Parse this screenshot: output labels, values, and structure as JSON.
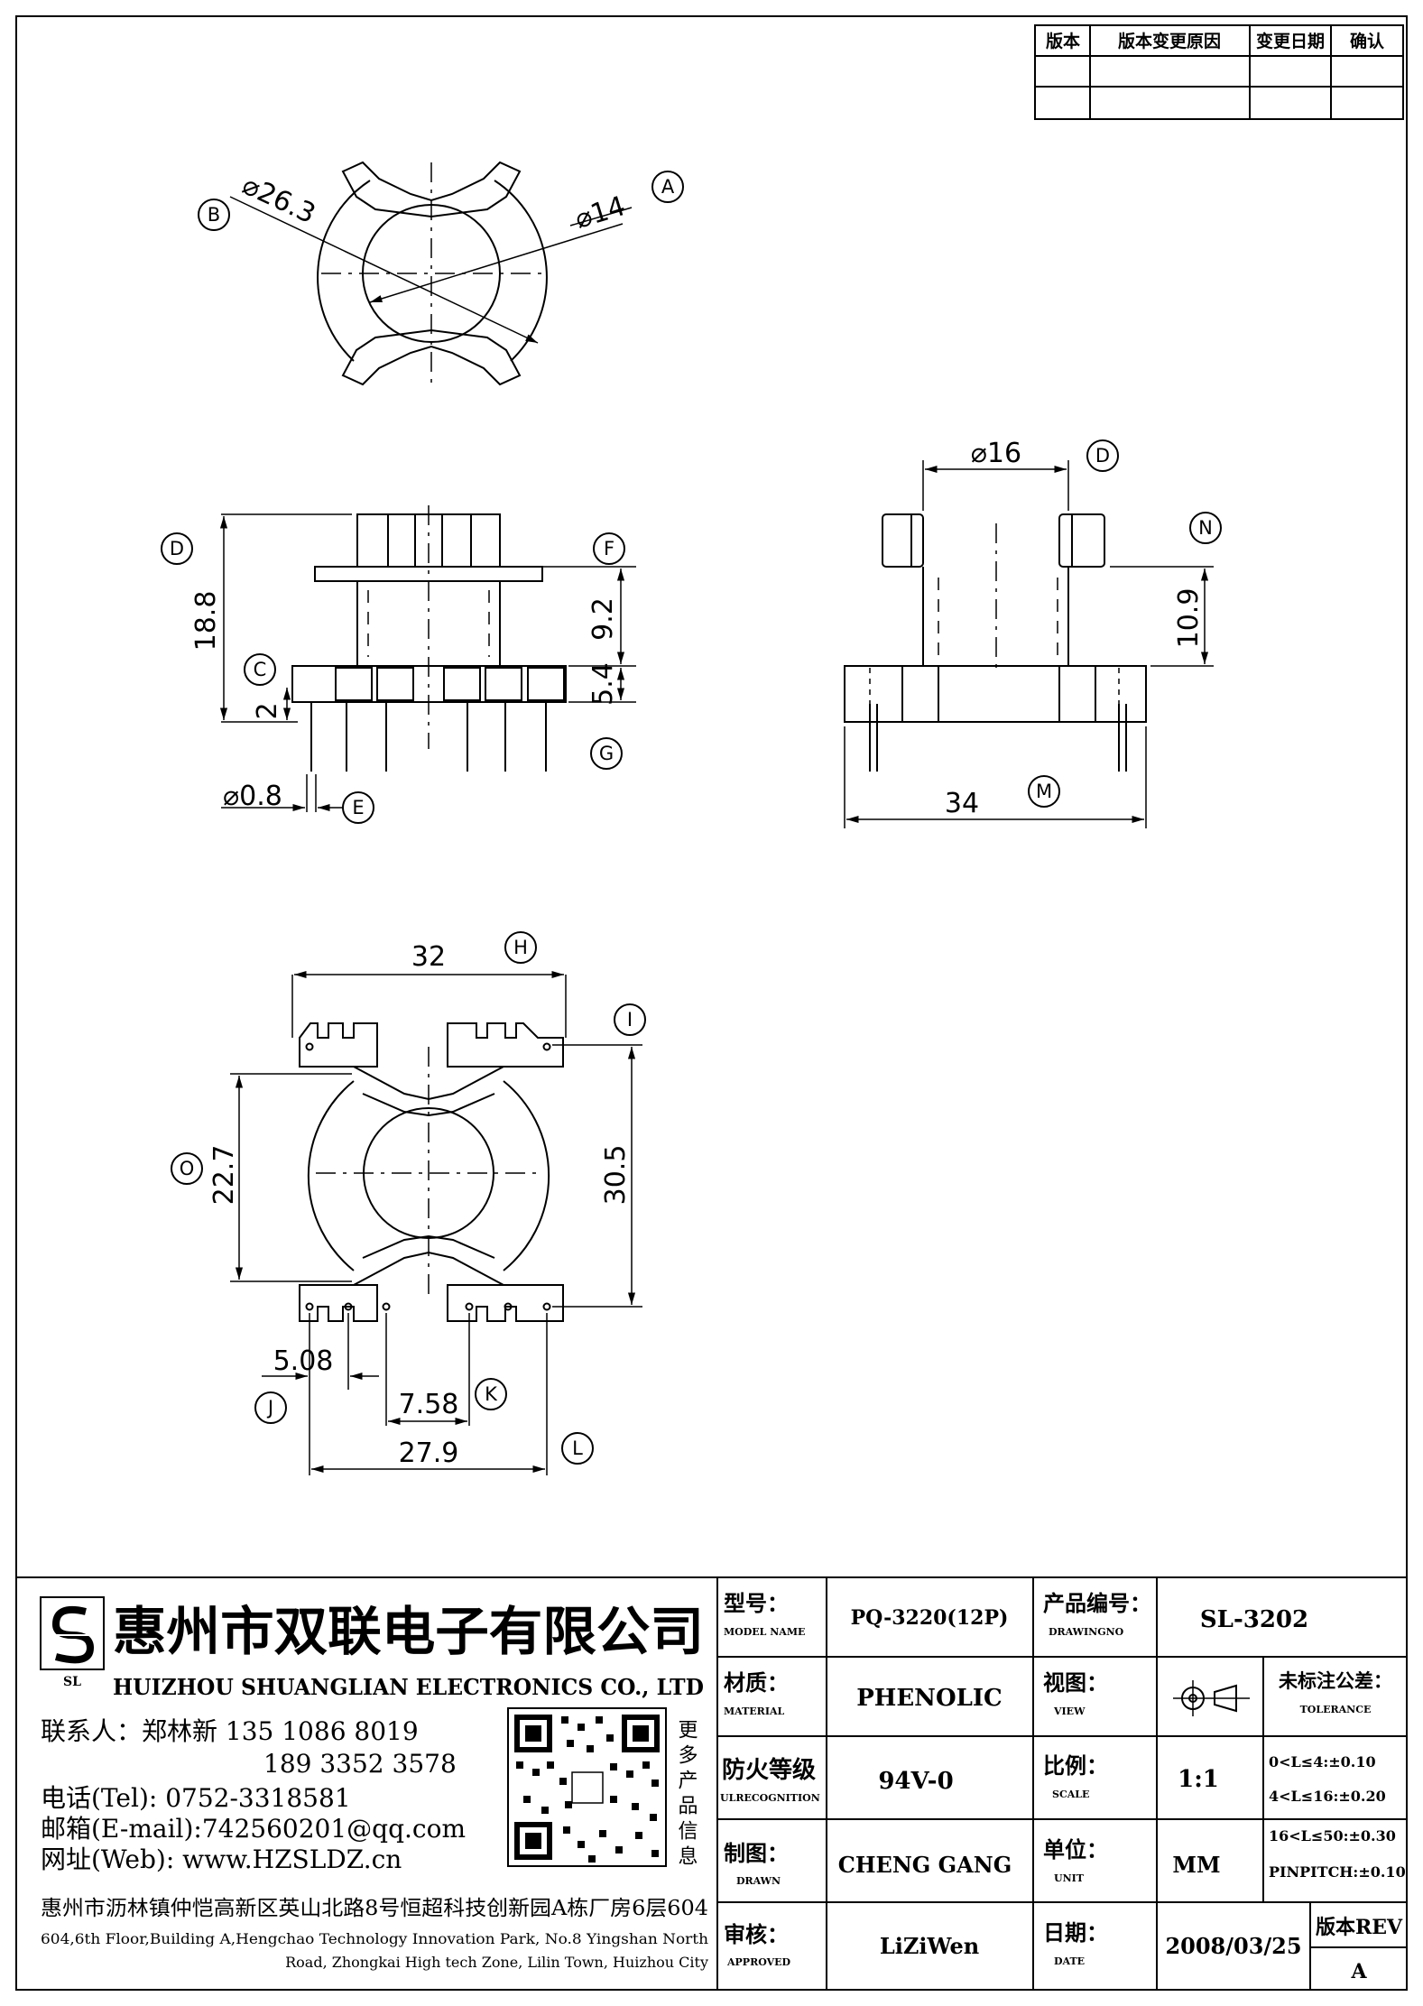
{
  "revision_table": {
    "headers": [
      "版本",
      "版本变更原因",
      "变更日期",
      "确认"
    ]
  },
  "views": {
    "top": {
      "dims": {
        "outer": "⌀26.3",
        "inner": "⌀14"
      },
      "callouts": {
        "A": "A",
        "B": "B"
      }
    },
    "front": {
      "dims": {
        "height": "18.8",
        "upper": "9.2",
        "lower": "5.4",
        "pin_stub": "2",
        "pin_dia": "⌀0.8"
      },
      "callouts": {
        "C": "C",
        "D": "D",
        "E": "E",
        "F": "F",
        "G": "G"
      }
    },
    "side": {
      "dims": {
        "flange": "⌀16",
        "height": "10.9",
        "width": "34"
      },
      "callouts": {
        "D": "D",
        "M": "M",
        "N": "N"
      }
    },
    "bottom": {
      "dims": {
        "width": "32",
        "inner_h": "22.7",
        "outer_h": "30.5",
        "pitch": "5.08",
        "gap": "7.58",
        "row": "27.9"
      },
      "callouts": {
        "H": "H",
        "I": "I",
        "O": "O",
        "J": "J",
        "K": "K",
        "L": "L"
      }
    }
  },
  "company": {
    "logo_text": "SL",
    "name_cn": "惠州市双联电子有限公司",
    "name_en": "HUIZHOU SHUANGLIAN ELECTRONICS CO., LTD",
    "contact_line1": "联系人：郑林新  135 1086 8019",
    "contact_line2": "189 3352 3578",
    "tel": "电话(Tel): 0752-3318581",
    "email": "邮箱(E-mail):742560201@qq.com",
    "web": "网址(Web): www.HZSLDZ.cn",
    "qr_caption": "更多产品信息",
    "address_cn": "惠州市沥林镇仲恺高新区英山北路8号恒超科技创新园A栋厂房6层604",
    "address_en1": "604,6th Floor,Building A,Hengchao Technology Innovation Park, No.8 Yingshan North",
    "address_en2": "Road, Zhongkai High tech Zone, Lilin Town, Huizhou City"
  },
  "title_block": {
    "model_label": "型号：",
    "model_sub": "MODEL NAME",
    "model_value": "PQ-3220(12P)",
    "drawing_label": "产品编号：",
    "drawing_sub": "DRAWINGNO",
    "drawing_value": "SL-3202",
    "material_label": "材质：",
    "material_sub": "MATERIAL",
    "material_value": "PHENOLIC",
    "view_label": "视图：",
    "view_sub": "VIEW",
    "tolerance_label": "未标注公差：",
    "tolerance_sub": "TOLERANCE",
    "tol1": "0<L≤4:±0.10",
    "tol2": "4<L≤16:±0.20",
    "tol3": "16<L≤50:±0.30",
    "tol4": "PINPITCH:±0.10",
    "fire_label": "防火等级",
    "fire_sub": "ULRECOGNITION",
    "fire_value": "94V-0",
    "scale_label": "比例：",
    "scale_sub": "SCALE",
    "scale_value": "1:1",
    "drawn_label": "制图：",
    "drawn_sub": "DRAWN",
    "drawn_value": "CHENG GANG",
    "unit_label": "单位：",
    "unit_sub": "UNIT",
    "unit_value": "MM",
    "approved_label": "审核：",
    "approved_sub": "APPROVED",
    "approved_value": "LiZiWen",
    "date_label": "日期：",
    "date_sub": "DATE",
    "date_value": "2008/03/25",
    "rev_label": "版本REV",
    "rev_value": "A"
  }
}
